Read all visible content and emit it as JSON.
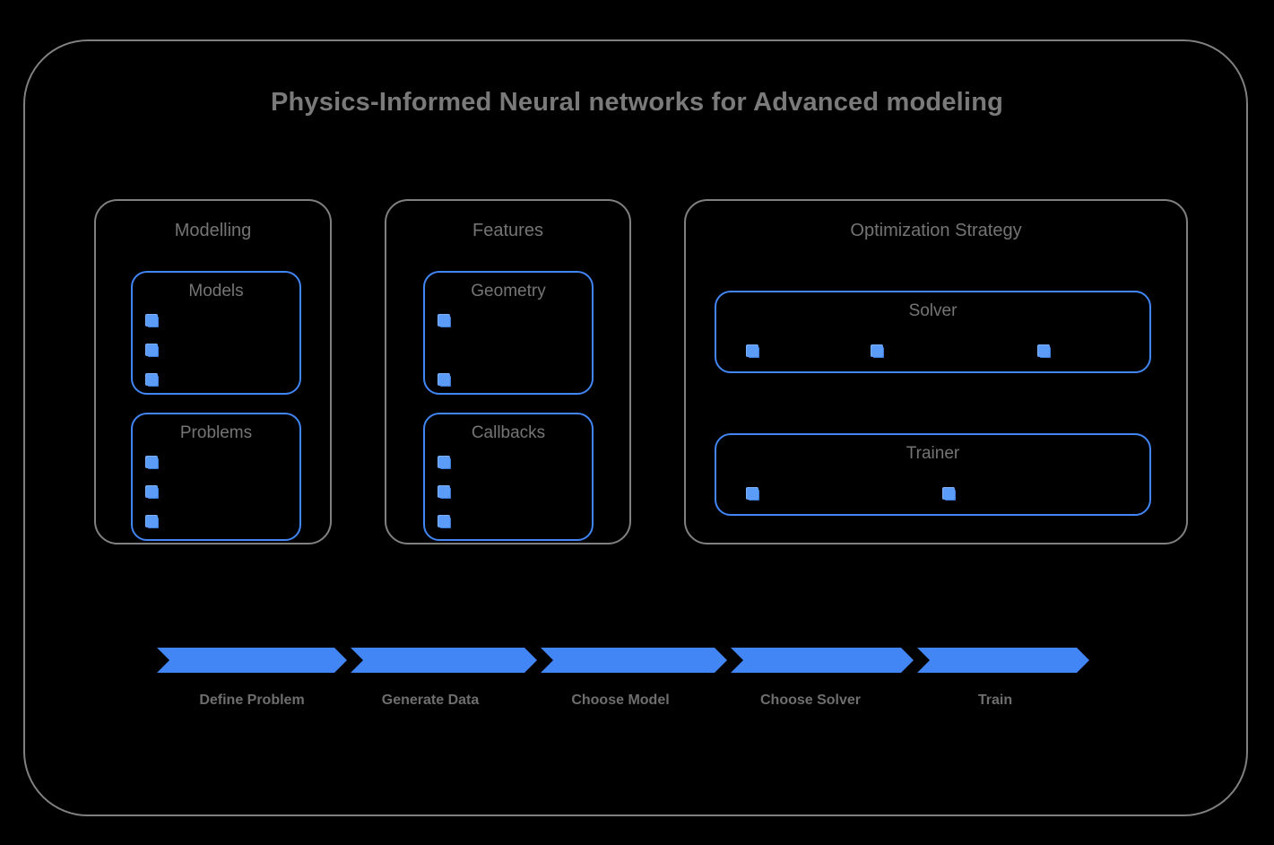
{
  "diagram": {
    "title": "Physics-Informed Neural networks for Advanced modeling",
    "colors": {
      "background": "#000000",
      "frame_border": "#808080",
      "title_text": "#7a7a7a",
      "accent_blue": "#4285f4",
      "marker_blue": "#5a9cf8",
      "label_text": "#6e6e6e"
    }
  },
  "groups": [
    {
      "name": "modelling",
      "title": "Modelling",
      "boxes": [
        {
          "name": "models",
          "title": "Models",
          "marker_count": 3,
          "marker_layout": "vertical"
        },
        {
          "name": "problems",
          "title": "Problems",
          "marker_count": 3,
          "marker_layout": "vertical"
        }
      ]
    },
    {
      "name": "features",
      "title": "Features",
      "boxes": [
        {
          "name": "geometry",
          "title": "Geometry",
          "marker_count": 2,
          "marker_layout": "vertical"
        },
        {
          "name": "callbacks",
          "title": "Callbacks",
          "marker_count": 3,
          "marker_layout": "vertical"
        }
      ]
    },
    {
      "name": "optimization",
      "title": "Optimization Strategy",
      "boxes": [
        {
          "name": "solver",
          "title": "Solver",
          "marker_count": 3,
          "marker_layout": "horizontal"
        },
        {
          "name": "trainer",
          "title": "Trainer",
          "marker_count": 2,
          "marker_layout": "horizontal"
        }
      ]
    }
  ],
  "pipeline": {
    "steps": [
      {
        "label": "Define Problem"
      },
      {
        "label": "Generate Data"
      },
      {
        "label": "Choose Model"
      },
      {
        "label": "Choose Solver"
      },
      {
        "label": "Train"
      }
    ]
  }
}
